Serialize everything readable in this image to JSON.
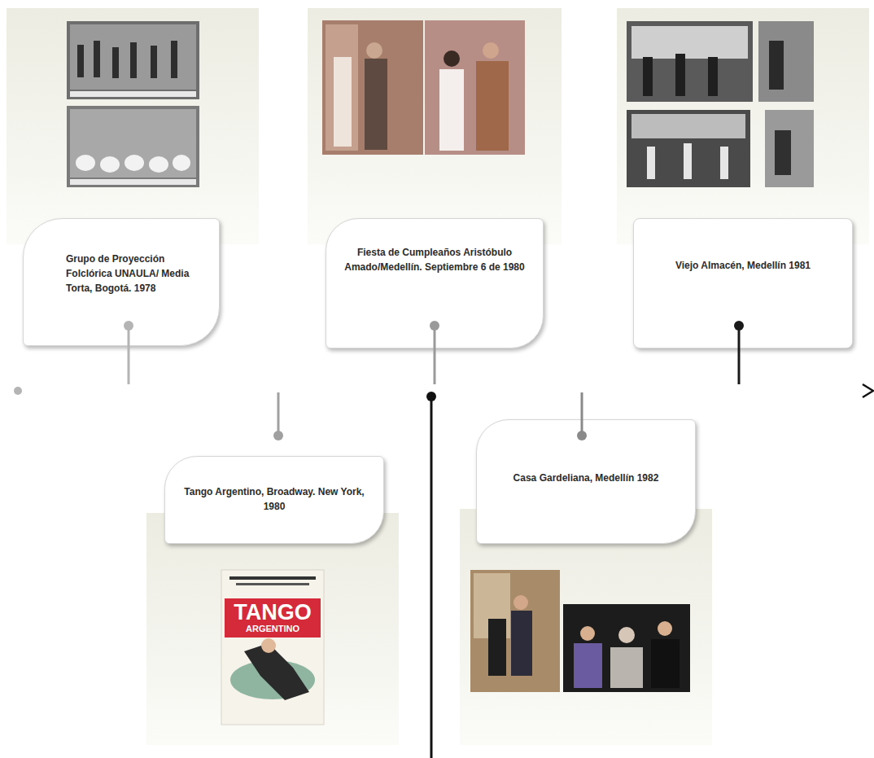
{
  "diagram": {
    "nodes": [
      {
        "text": [
          "Grupo de Proyección Folclórica UNAULA/ Media Torta, Bogotá. 1978"
        ]
      },
      {
        "text": [
          "Tango Argentino, Broadway. New York, 1980"
        ]
      },
      {
        "text": [
          "Fiesta de Cumpleaños Aristóbulo Amado/Medellín. Septiembre 6 de 1980"
        ]
      },
      {
        "text": [
          "Casa Gardeliana, Medellín 1982"
        ]
      },
      {
        "text": [
          "Viejo Almacén, Medellín 1981"
        ]
      }
    ],
    "labels": [
      "TANGO",
      "ARGENTINO"
    ]
  }
}
